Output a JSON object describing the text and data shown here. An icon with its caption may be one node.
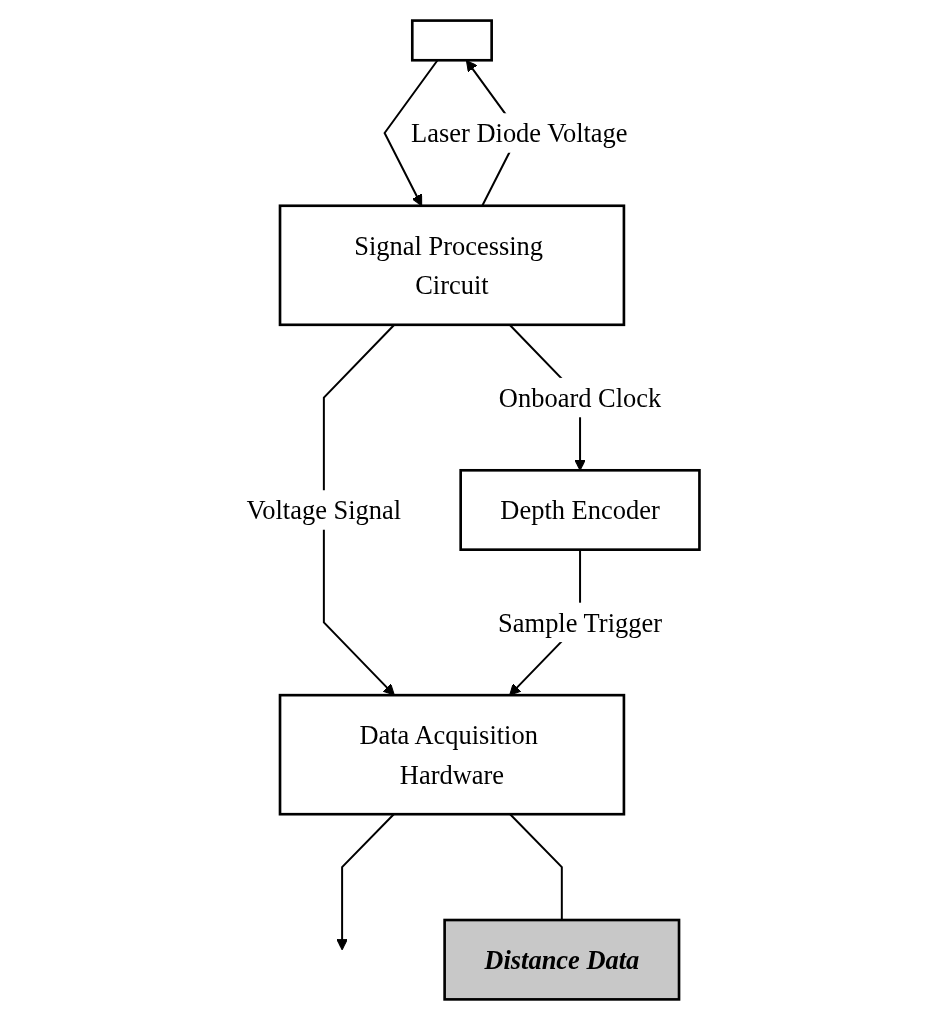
{
  "diagram": {
    "nodes": [
      {
        "text": [],
        "shape": "box"
      },
      {
        "text": [
          "Signal Processing Circuit"
        ]
      },
      {
        "text": [
          "Depth Encoder"
        ]
      },
      {
        "text": [
          "Data Acquisition Hardware"
        ]
      },
      {
        "text": [
          "Distance Data"
        ]
      }
    ],
    "edges": [
      {
        "from": 1,
        "to": 0,
        "arrow": "to",
        "label": "Laser Diode Voltage"
      },
      {
        "from": 0,
        "to": 1,
        "arrow": "to"
      },
      {
        "from": 1,
        "to": 2,
        "arrow": "to",
        "label": "Onboard Clock"
      },
      {
        "from": 1,
        "to": 3,
        "arrow": "to",
        "label": "Voltage Signal"
      },
      {
        "from": 2,
        "to": 3,
        "arrow": "to",
        "label": "Sample Trigger"
      },
      {
        "from": 3,
        "to": null,
        "arrow": "to"
      },
      {
        "from": 3,
        "to": 4,
        "arrow": "none"
      }
    ]
  }
}
